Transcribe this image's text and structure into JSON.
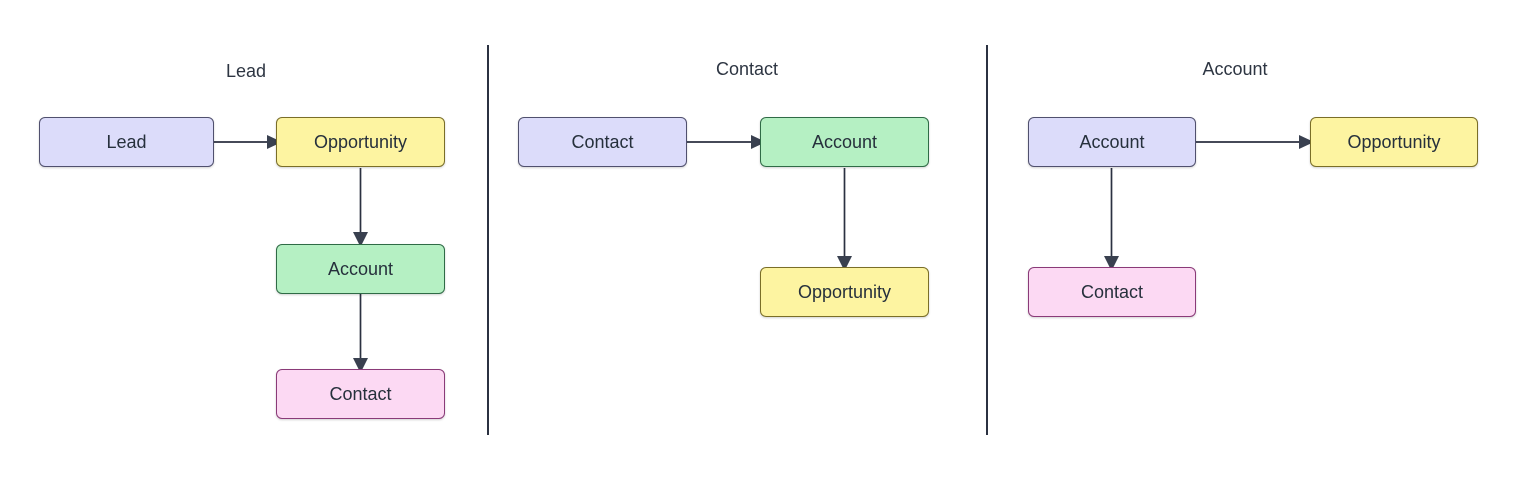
{
  "diagram": {
    "title_color": "#2d3542",
    "background": "#ffffff",
    "edge_color": "#2b3141",
    "palette": {
      "lavender_fill": "#dcdcfa",
      "lavender_border": "#50506e",
      "yellow_fill": "#fdf4a1",
      "yellow_border": "#7a6e28",
      "green_fill": "#b5f0c3",
      "green_border": "#2f6b46",
      "pink_fill": "#fcd9f3",
      "pink_border": "#8a3a78"
    },
    "columns": [
      {
        "id": "lead",
        "title": "Lead",
        "nodes": [
          {
            "id": "lead-root",
            "label": "Lead",
            "color": "lavender"
          },
          {
            "id": "lead-opportunity",
            "label": "Opportunity",
            "color": "yellow"
          },
          {
            "id": "lead-account",
            "label": "Account",
            "color": "green"
          },
          {
            "id": "lead-contact",
            "label": "Contact",
            "color": "pink"
          }
        ],
        "edges": [
          {
            "from": "Lead",
            "to": "Opportunity",
            "direction": "right"
          },
          {
            "from": "Opportunity",
            "to": "Account",
            "direction": "down"
          },
          {
            "from": "Account",
            "to": "Contact",
            "direction": "down"
          }
        ]
      },
      {
        "id": "contact",
        "title": "Contact",
        "nodes": [
          {
            "id": "contact-root",
            "label": "Contact",
            "color": "lavender"
          },
          {
            "id": "contact-account",
            "label": "Account",
            "color": "green"
          },
          {
            "id": "contact-opportunity",
            "label": "Opportunity",
            "color": "yellow"
          }
        ],
        "edges": [
          {
            "from": "Contact",
            "to": "Account",
            "direction": "right"
          },
          {
            "from": "Account",
            "to": "Opportunity",
            "direction": "down"
          }
        ]
      },
      {
        "id": "account",
        "title": "Account",
        "nodes": [
          {
            "id": "account-root",
            "label": "Account",
            "color": "lavender"
          },
          {
            "id": "account-opportunity",
            "label": "Opportunity",
            "color": "yellow"
          },
          {
            "id": "account-contact",
            "label": "Contact",
            "color": "pink"
          }
        ],
        "edges": [
          {
            "from": "Account",
            "to": "Opportunity",
            "direction": "right"
          },
          {
            "from": "Account",
            "to": "Contact",
            "direction": "down"
          }
        ]
      }
    ]
  }
}
